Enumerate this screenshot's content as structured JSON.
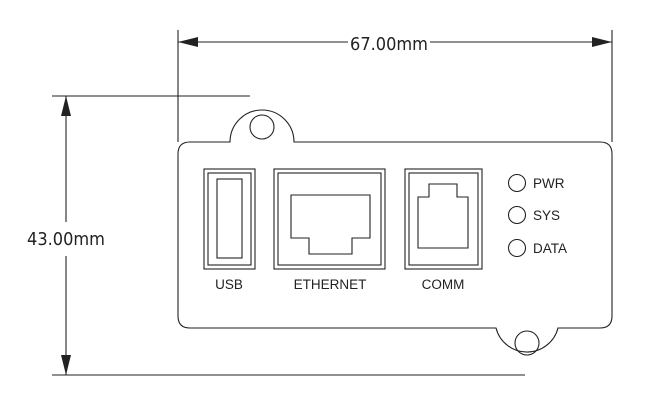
{
  "dimensions": {
    "width": "67.00mm",
    "height": "43.00mm"
  },
  "ports": {
    "usb": "USB",
    "ethernet": "ETHERNET",
    "comm": "COMM"
  },
  "leds": [
    {
      "label": "PWR"
    },
    {
      "label": "SYS"
    },
    {
      "label": "DATA"
    }
  ]
}
